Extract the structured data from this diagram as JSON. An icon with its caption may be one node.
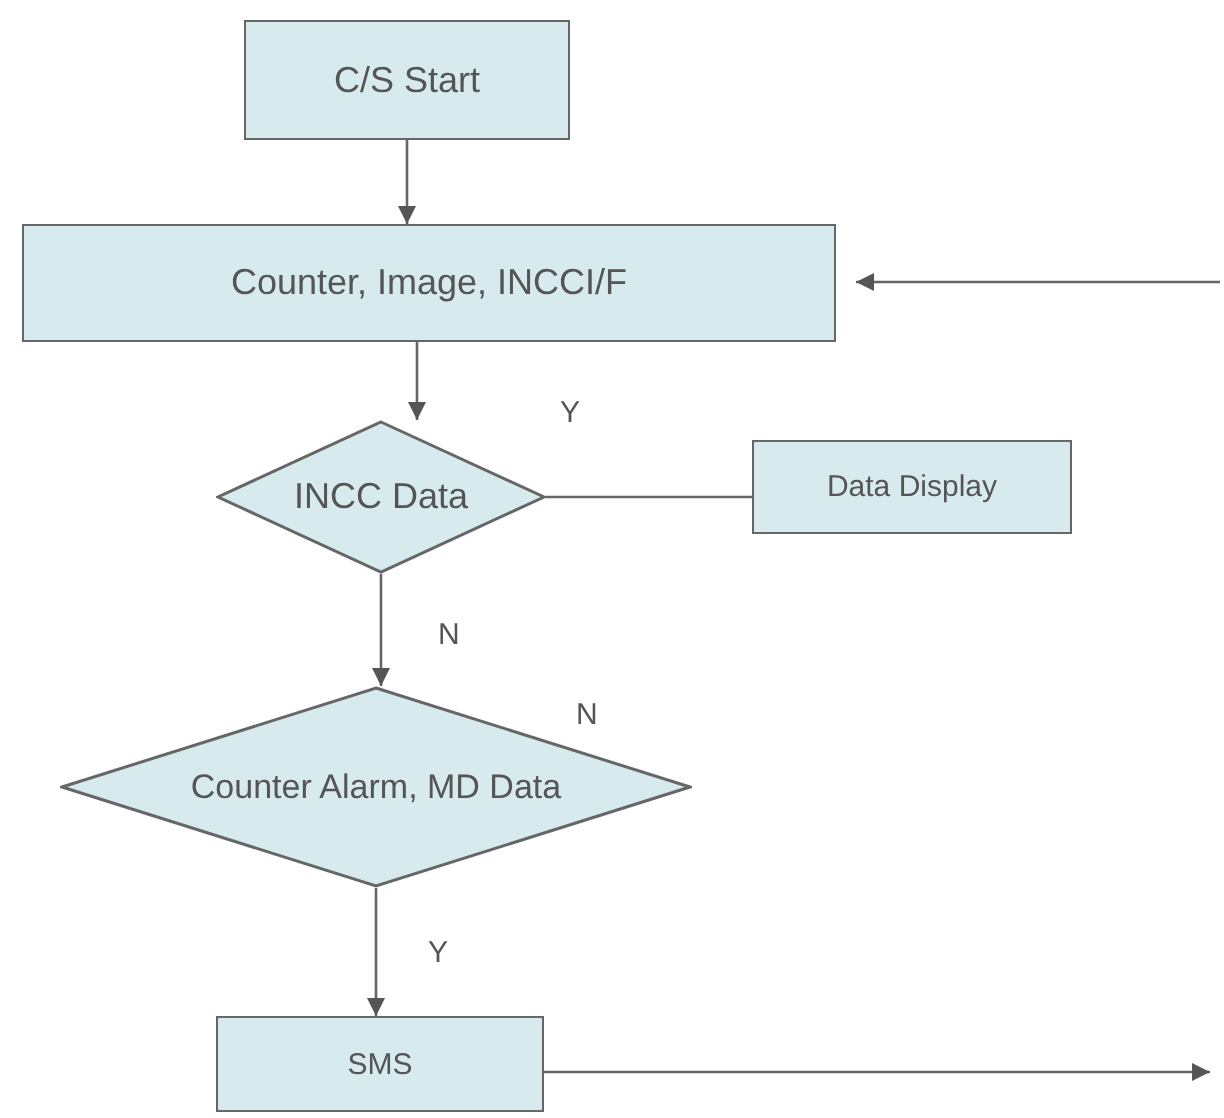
{
  "diagram": {
    "nodes": [
      {
        "text": [
          "C/S Start"
        ]
      },
      {
        "text": [
          "Counter, Image, INCCI/F"
        ]
      },
      {
        "text": [
          "INCC Data"
        ]
      },
      {
        "text": [
          "Data Display"
        ]
      },
      {
        "text": [
          "Counter Alarm, MD Data"
        ]
      },
      {
        "text": [
          "SMS"
        ]
      }
    ],
    "edges": [
      {
        "from": 0,
        "to": 1,
        "arrow": "to"
      },
      {
        "from": 1,
        "to": 2,
        "arrow": "to"
      },
      {
        "from": 2,
        "to": 3,
        "arrow": "none",
        "label": "Y"
      },
      {
        "from": 2,
        "to": 4,
        "arrow": "to",
        "label": "N"
      },
      {
        "from": 4,
        "to": 5,
        "arrow": "to",
        "label": "Y"
      },
      {
        "from": 5,
        "to": null,
        "arrow": "to"
      },
      {
        "from": null,
        "to": 1,
        "arrow": "to"
      }
    ],
    "labels": [
      "N"
    ]
  }
}
